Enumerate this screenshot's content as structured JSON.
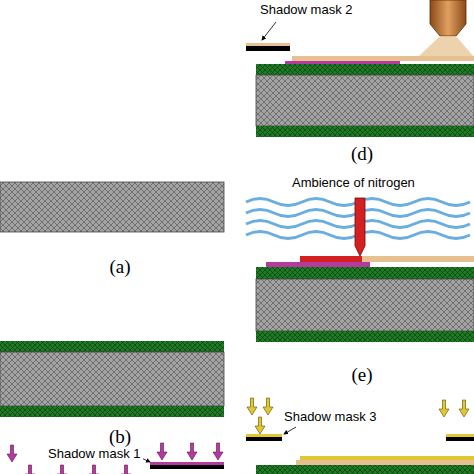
{
  "diagram": {
    "labels": [
      "(a)",
      "(b)",
      "Shadow mask 1",
      "Shadow mask 2",
      "(d)",
      "Ambience of nitrogen",
      "(e)",
      "Shadow mask 3"
    ]
  }
}
